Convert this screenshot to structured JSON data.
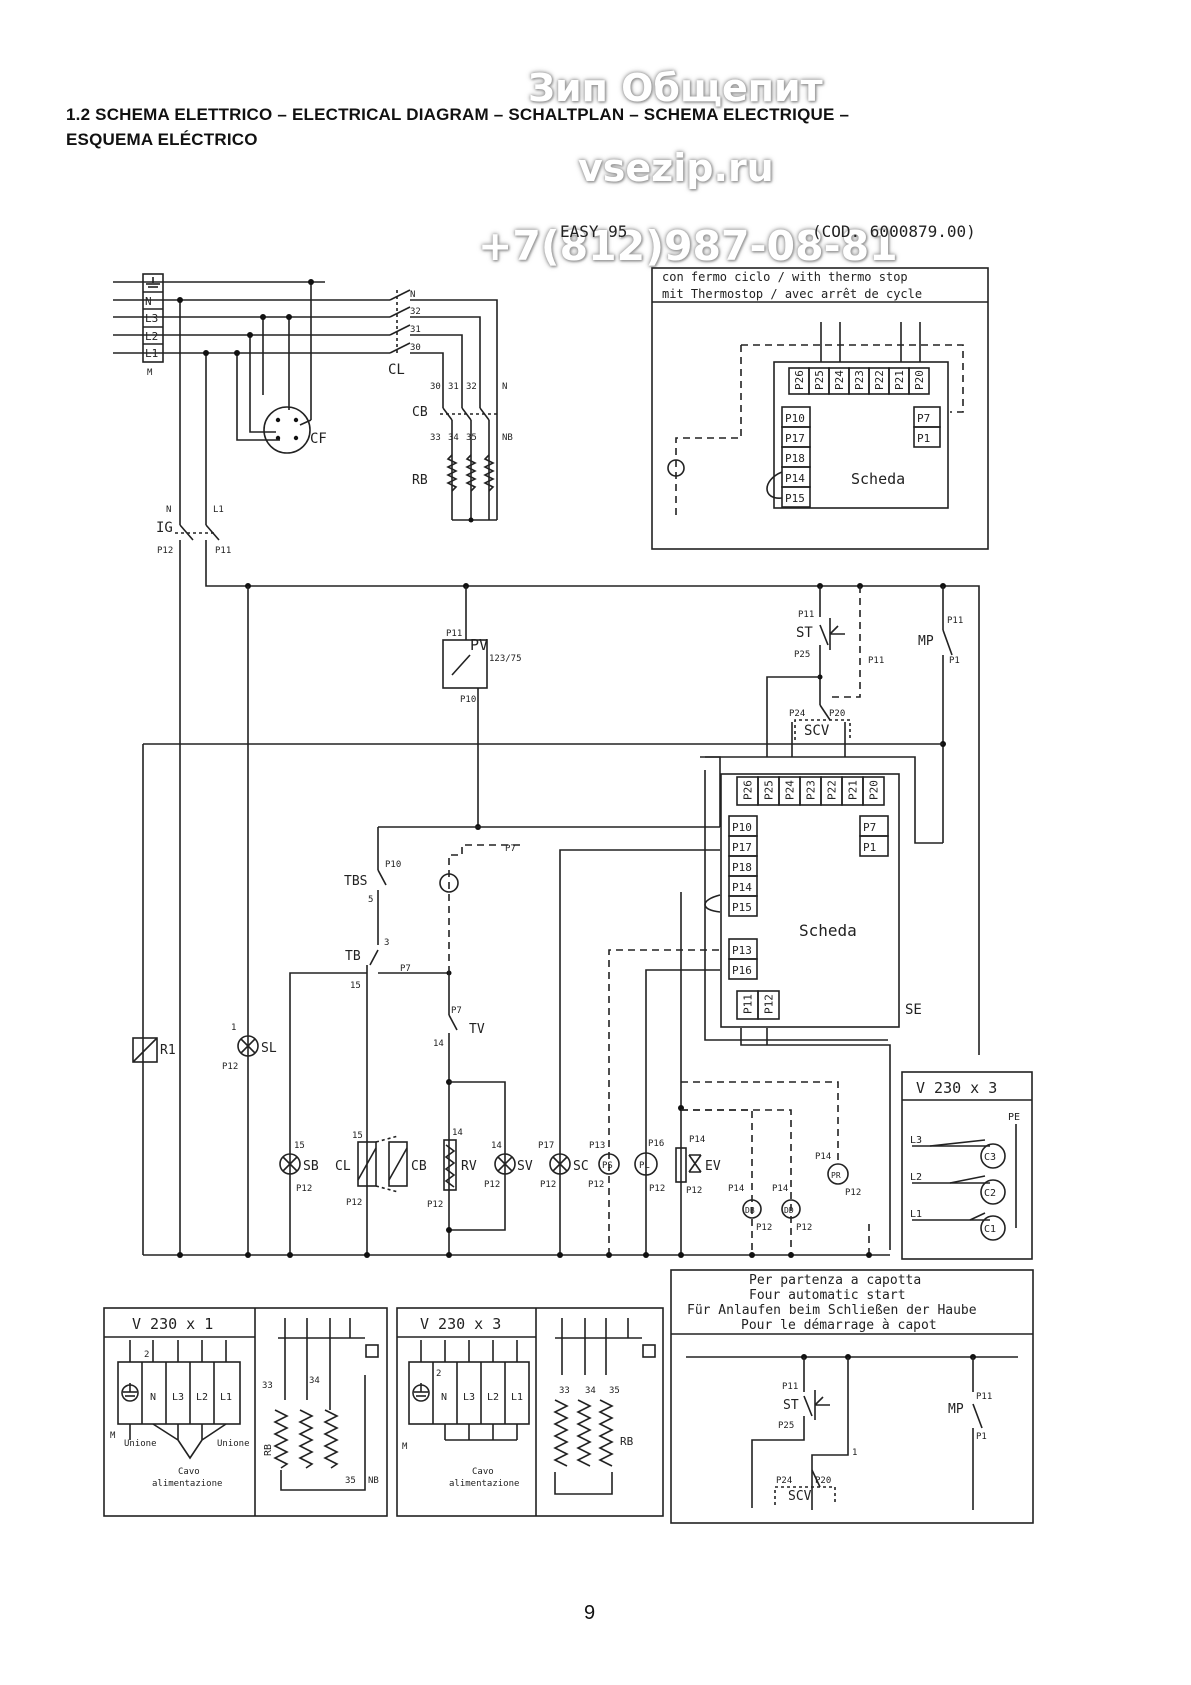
{
  "heading": {
    "line1": "1.2   SCHEMA ELETTRICO – ELECTRICAL DIAGRAM – SCHALTPLAN – SCHEMA ELECTRIQUE –",
    "line2": "ESQUEMA ELÉCTRICO"
  },
  "watermark": {
    "line1": "Зип Общепит",
    "line2": "vsezip.ru",
    "line3": "+7(812)987-08-81"
  },
  "model": {
    "name": "EASY 95",
    "code": "(COD. 6000879.00)"
  },
  "thermostop_box": {
    "line1": "con fermo ciclo / with thermo stop",
    "line2": "mit Thermostop / avec arrêt de cycle",
    "board_label": "Scheda",
    "top_pins": [
      "P26",
      "P25",
      "P24",
      "P23",
      "P22",
      "P21",
      "P20"
    ],
    "left_pins": [
      "P10",
      "P17",
      "P18",
      "P14",
      "P15"
    ],
    "right_pins": [
      "P7",
      "P1"
    ]
  },
  "main_board": {
    "label": "Scheda",
    "tag": "SE",
    "top_pins": [
      "P26",
      "P25",
      "P24",
      "P23",
      "P22",
      "P21",
      "P20"
    ],
    "left_pins": [
      "P10",
      "P17",
      "P18",
      "P14",
      "P15"
    ],
    "left_pins2": [
      "P13",
      "P16"
    ],
    "bottom_pins": [
      "P11",
      "P12"
    ],
    "right_pins": [
      "P7",
      "P1"
    ]
  },
  "components": {
    "terminal": [
      "N",
      "L3",
      "L2",
      "L1"
    ],
    "terminal_tag": "M",
    "contactor": "CL",
    "contactor_pins": [
      "N",
      "32",
      "31",
      "30"
    ],
    "cb_tag": "CB",
    "cb_pins_top": [
      "30",
      "31",
      "32",
      "N"
    ],
    "cb_pins_bottom": [
      "33",
      "34",
      "35",
      "NB"
    ],
    "rb_tag": "RB",
    "cf": "CF",
    "ig": "IG",
    "ig_pins": [
      "N",
      "L1",
      "P12",
      "P11"
    ],
    "pv": "PV",
    "pv_temp": "123/75",
    "pv_pins": [
      "P11",
      "P10"
    ],
    "st": "ST",
    "st_pins": [
      "P11",
      "P25"
    ],
    "p11": "P11",
    "mp": "MP",
    "mp_pins": [
      "P11",
      "P1"
    ],
    "scv": "SCV",
    "scv_pins": [
      "P24",
      "P20"
    ],
    "tbs": "TBS",
    "tbs_pins": [
      "P10",
      "5"
    ],
    "tb": "TB",
    "tb_pins": [
      "3",
      "15"
    ],
    "p7": "P7",
    "tv": "TV",
    "tv_pins": [
      "P7",
      "14"
    ],
    "r1": "R1",
    "sl": "SL",
    "sl_pins": [
      "1",
      "P12"
    ],
    "bottom_row": [
      {
        "tag": "SB",
        "top": "15",
        "bot": "P12"
      },
      {
        "tag": "CL",
        "top": "15",
        "bot": "P12"
      },
      {
        "tag": "CB",
        "top": "",
        "bot": ""
      },
      {
        "tag": "RV",
        "top": "14",
        "bot": "P12"
      },
      {
        "tag": "SV",
        "top": "14",
        "bot": "P12"
      },
      {
        "tag": "SC",
        "top": "P17",
        "bot": "P12"
      },
      {
        "tag": "PS",
        "top": "P13",
        "bot": "P12"
      },
      {
        "tag": "PL",
        "top": "P16",
        "bot": "P12"
      },
      {
        "tag": "EV",
        "top": "P14",
        "bot": "P12"
      },
      {
        "tag": "DB",
        "top": "P14",
        "bot": "P12"
      },
      {
        "tag": "DD",
        "top": "P14",
        "bot": "P12"
      },
      {
        "tag": "PR",
        "top": "P14",
        "bot": "P12"
      }
    ]
  },
  "motor_box": {
    "title": "V 230 x 3",
    "labels": [
      "PE",
      "L3",
      "L2",
      "L1"
    ],
    "motors": [
      "C3",
      "C2",
      "C1"
    ]
  },
  "box_230x1": {
    "title": "V 230 x 1",
    "terminal": [
      "N",
      "L3",
      "L2",
      "L1"
    ],
    "num": "2",
    "m": "M",
    "unione1": "Unione",
    "unione2": "Unione",
    "cavo1": "Cavo",
    "cavo2": "alimentazione",
    "rb": "RB",
    "pins": [
      "33",
      "34",
      "35",
      "NB"
    ]
  },
  "box_230x3": {
    "title": "V 230 x 3",
    "terminal": [
      "N",
      "L3",
      "L2",
      "L1"
    ],
    "num": "2",
    "m": "M",
    "cavo1": "Cavo",
    "cavo2": "alimentazione",
    "rb": "RB",
    "pins": [
      "33",
      "34",
      "35"
    ]
  },
  "auto_start_box": {
    "line1": "Per partenza a capotta",
    "line2": "Four automatic start",
    "line3": "Für Anlaufen beim Schließen der Haube",
    "line4": "Pour le démarrage à capot",
    "st": "ST",
    "st_pins": [
      "P11",
      "P25"
    ],
    "mp": "MP",
    "mp_pins": [
      "P11",
      "P1"
    ],
    "num": "1",
    "scv": "SCV",
    "scv_pins": [
      "P24",
      "P20"
    ]
  },
  "page_number": "9"
}
